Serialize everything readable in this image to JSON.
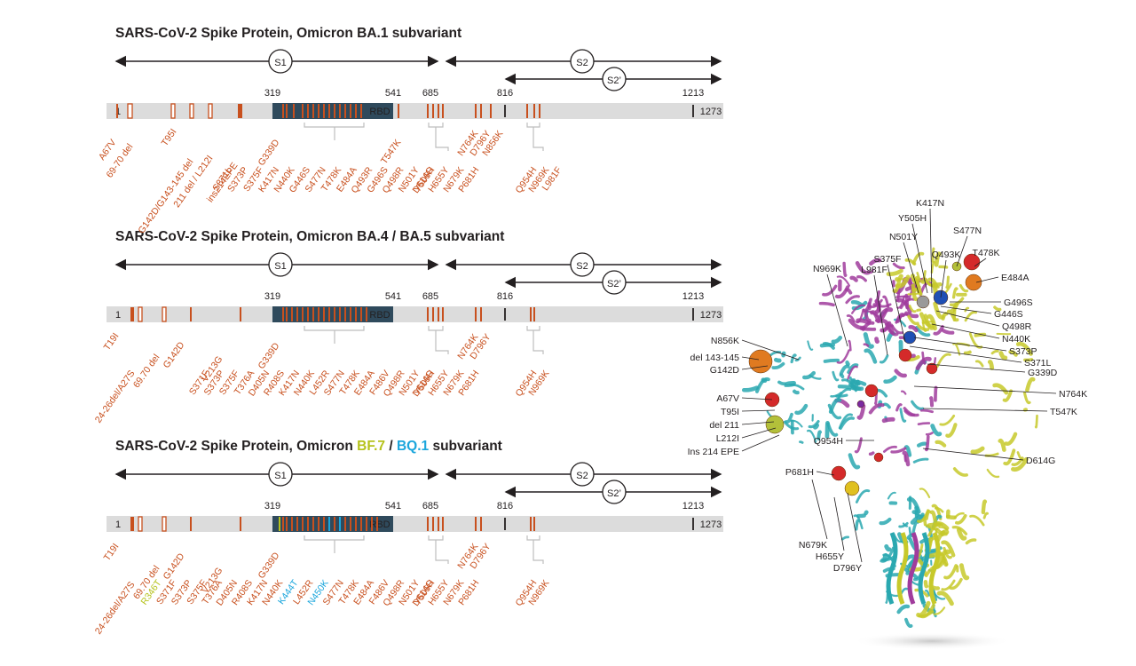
{
  "colors": {
    "mutation": "#c8501e",
    "bar_grey": "#dcdcdc",
    "rbd_dark": "#2f4a5c",
    "text": "#231f20",
    "bf7": "#b5c21b",
    "bq1": "#1ba6dc",
    "leader": "#bdbdbd"
  },
  "panels": [
    {
      "title_prefix": "SARS-CoV-2  Spike Protein, Omicron BA.1 subvariant",
      "s1": "S1",
      "s2": "S2",
      "s2p": "S2’",
      "pos_start": "1",
      "pos_319": "319",
      "pos_541": "541",
      "pos_685": "685",
      "pos_816": "816",
      "pos_1213": "1213",
      "pos_end": "1273",
      "rbd": "RBD",
      "ntd_labels": [
        "A67V",
        "69-70 del",
        "T95I",
        "G142D/G143-145 del",
        "211 del / L212I",
        "ins214EPE"
      ],
      "ntd_colors": [
        "mutation",
        "mutation",
        "mutation",
        "mutation",
        "mutation",
        "mutation"
      ],
      "g339": "G339D",
      "rbd_labels": [
        "S371L",
        "S373P",
        "S375F",
        "K417N",
        "N440K",
        "G446S",
        "S477N",
        "T478K",
        "E484A",
        "Q493R",
        "G496S",
        "Q498R",
        "N501Y",
        "Y505H"
      ],
      "rbd_colors": [
        "mutation",
        "mutation",
        "mutation",
        "mutation",
        "mutation",
        "mutation",
        "mutation",
        "mutation",
        "mutation",
        "mutation",
        "mutation",
        "mutation",
        "mutation",
        "mutation"
      ],
      "t547": "T547K",
      "mid_labels": [
        "D614G",
        "H655Y",
        "N679K",
        "P681H"
      ],
      "s2_top": [
        "N764K",
        "D796Y",
        "N856K"
      ],
      "s2_bottom": [
        "Q954H",
        "N969K",
        "L981F"
      ]
    },
    {
      "title_prefix": "SARS-CoV-2 Spike Protein, Omicron BA.4 / BA.5 subvariant",
      "s1": "S1",
      "s2": "S2",
      "s2p": "S2’",
      "pos_start": "1",
      "pos_319": "319",
      "pos_541": "541",
      "pos_685": "685",
      "pos_816": "816",
      "pos_1213": "1213",
      "pos_end": "1273",
      "rbd": "RBD",
      "ntd_labels": [
        "T19I",
        "24-26del/A27S",
        "69.70 del",
        "G142D",
        "V213G"
      ],
      "ntd_colors": [
        "mutation",
        "mutation",
        "mutation",
        "mutation",
        "mutation"
      ],
      "g339": "G339D",
      "rbd_labels": [
        "S371F",
        "S373P",
        "S375F",
        "T376A",
        "D405N",
        "R408S",
        "K417N",
        "N440K",
        "L452R",
        "S477N",
        "T478K",
        "E484A",
        "F486V",
        "Q498R",
        "N501Y",
        "Y505H"
      ],
      "rbd_colors": [
        "mutation",
        "mutation",
        "mutation",
        "mutation",
        "mutation",
        "mutation",
        "mutation",
        "mutation",
        "mutation",
        "mutation",
        "mutation",
        "mutation",
        "mutation",
        "mutation",
        "mutation",
        "mutation"
      ],
      "mid_labels": [
        "D614G",
        "H655Y",
        "N679K",
        "P681H"
      ],
      "s2_top": [
        "N764K",
        "D796Y"
      ],
      "s2_bottom": [
        "Q954H",
        "N969K"
      ]
    },
    {
      "title_prefix": "SARS-CoV-2 Spike Protein, Omicron ",
      "title_bf7": "BF.7",
      "title_sep": " / ",
      "title_bq1": "BQ.1",
      "title_suffix": " subvariant",
      "s1": "S1",
      "s2": "S2",
      "s2p": "S2’",
      "pos_start": "1",
      "pos_319": "319",
      "pos_541": "541",
      "pos_685": "685",
      "pos_816": "816",
      "pos_1213": "1213",
      "pos_end": "1273",
      "rbd": "RBD",
      "ntd_labels": [
        "T19I",
        "24-26del/A27S",
        "69.70 del",
        "G142D",
        "V213G"
      ],
      "ntd_colors": [
        "mutation",
        "mutation",
        "mutation",
        "mutation",
        "mutation"
      ],
      "g339": "G339D",
      "rbd_labels": [
        "R346T",
        "S371F",
        "S373P",
        "S375F",
        "T376A",
        "D405N",
        "R408S",
        "K417N",
        "N440K",
        "K444T",
        "L452R",
        "N450K",
        "S477N",
        "T478K",
        "E484A",
        "F486V",
        "Q498R",
        "N501Y",
        "Y505H"
      ],
      "rbd_colors": [
        "bf7",
        "mutation",
        "mutation",
        "mutation",
        "mutation",
        "mutation",
        "mutation",
        "mutation",
        "mutation",
        "bq1",
        "mutation",
        "bq1",
        "mutation",
        "mutation",
        "mutation",
        "mutation",
        "mutation",
        "mutation",
        "mutation"
      ],
      "mid_labels": [
        "D614G",
        "H655Y",
        "N679K",
        "P681H"
      ],
      "s2_top": [
        "N764K",
        "D796Y"
      ],
      "s2_bottom": [
        "Q954H",
        "N969K"
      ]
    }
  ],
  "structure_labels": {
    "left": [
      "N856K",
      "del 143-145",
      "G142D",
      "A67V",
      "T95I",
      "del 211",
      "L212I",
      "Ins 214 EPE",
      "Q954H",
      "P681H"
    ],
    "bottom": [
      "N679K",
      "H655Y",
      "D796Y"
    ],
    "top": [
      "K417N",
      "Y505H",
      "N501Y",
      "S375F",
      "N969K",
      "L981F",
      "S477N",
      "Q493K",
      "T478K"
    ],
    "right": [
      "E484A",
      "G496S",
      "G446S",
      "Q498R",
      "N440K",
      "S373P",
      "S371L",
      "G339D",
      "N764K",
      "T547K",
      "D614G"
    ]
  }
}
